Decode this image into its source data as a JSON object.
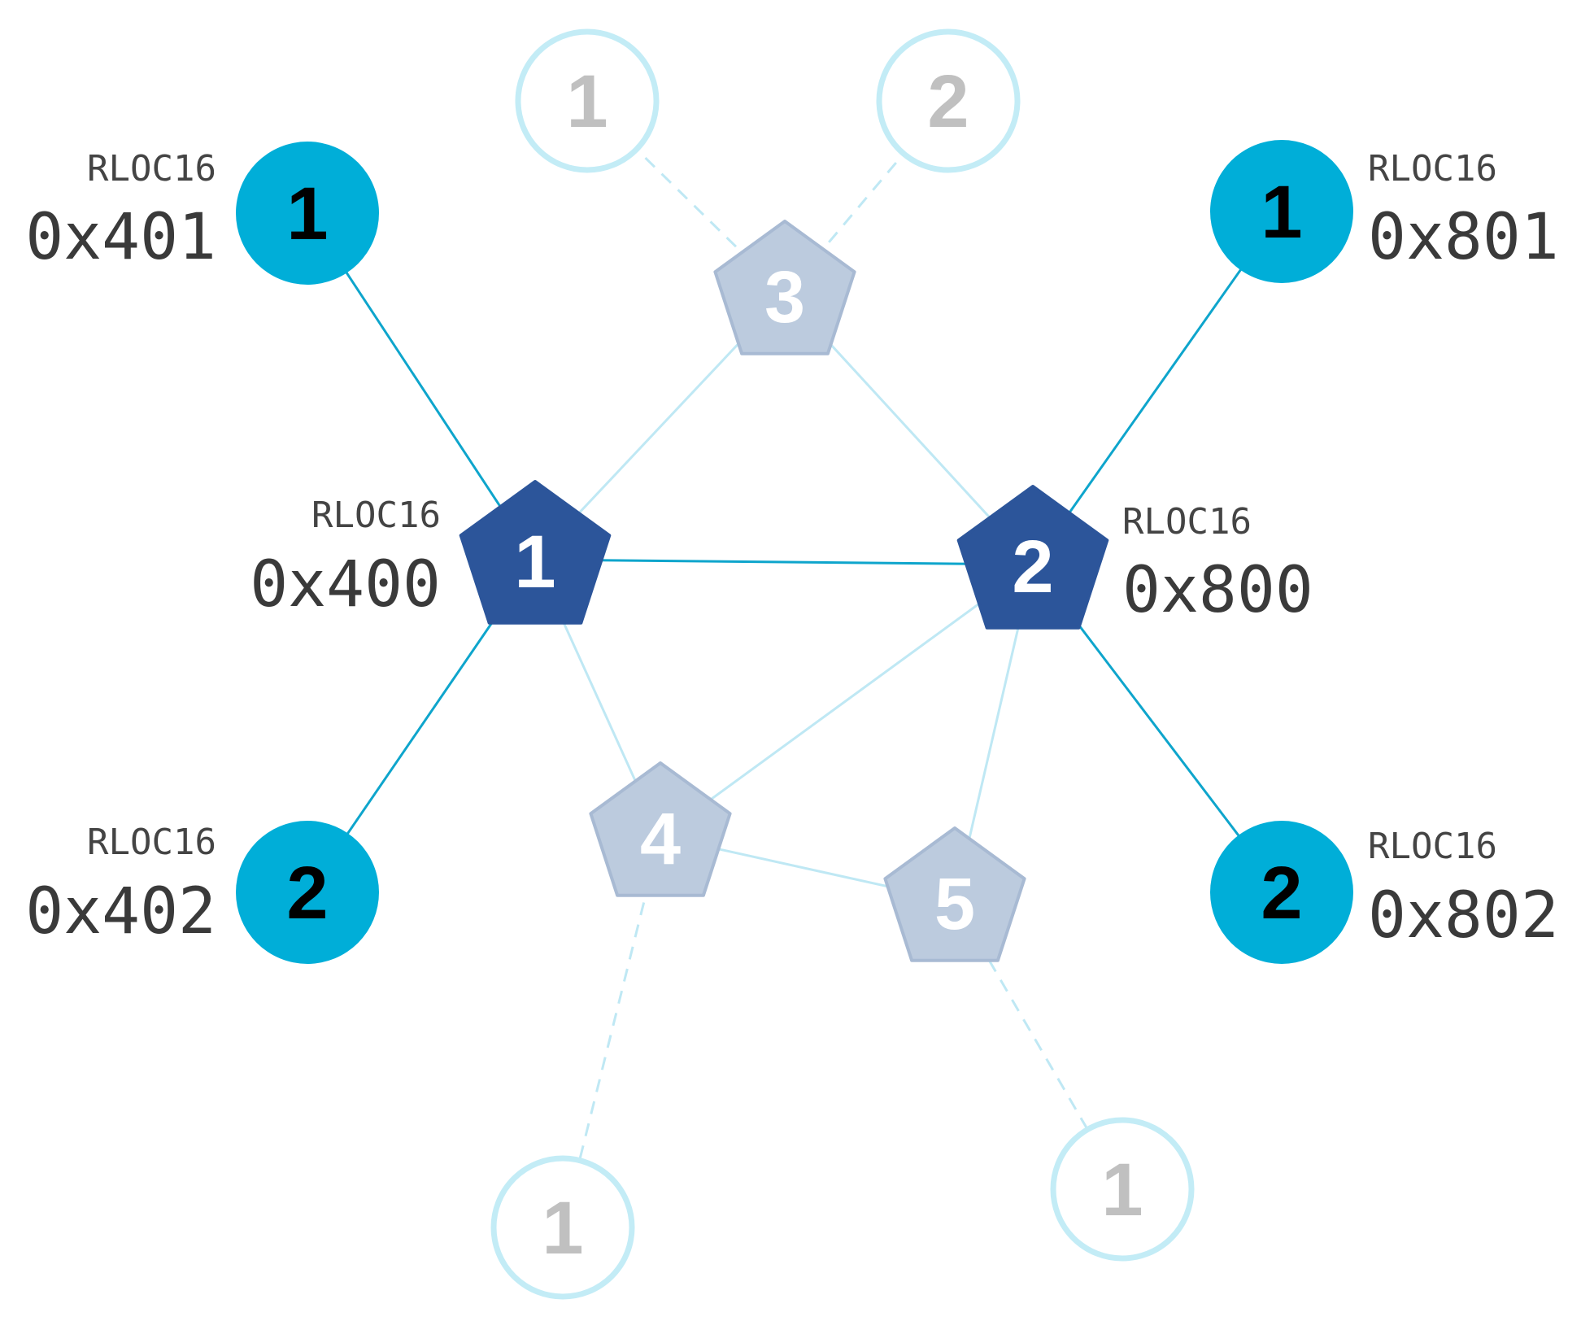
{
  "colors": {
    "active_link": "#0ea5cc",
    "faded_link": "#bfe8f4",
    "child_fill": "#00aed8",
    "child_text": "#000000",
    "leader_fill": "#2c559a",
    "leader_text": "#ffffff",
    "inactive_router_fill": "#bccbde",
    "inactive_router_stroke": "#a8bad3",
    "inactive_router_text": "#ffffff",
    "inactive_child_stroke": "#c3ecf6",
    "inactive_child_text": "#c0c0c0",
    "label_text": "#444444"
  },
  "routers": [
    {
      "id": "r1",
      "number": "1",
      "state": "active",
      "label_small": "RLOC16",
      "label_big": "0x400"
    },
    {
      "id": "r2",
      "number": "2",
      "state": "active",
      "label_small": "RLOC16",
      "label_big": "0x800"
    },
    {
      "id": "r3",
      "number": "3",
      "state": "inactive"
    },
    {
      "id": "r4",
      "number": "4",
      "state": "inactive"
    },
    {
      "id": "r5",
      "number": "5",
      "state": "inactive"
    }
  ],
  "children": [
    {
      "id": "c401",
      "number": "1",
      "state": "active",
      "label_small": "RLOC16",
      "label_big": "0x401"
    },
    {
      "id": "c402",
      "number": "2",
      "state": "active",
      "label_small": "RLOC16",
      "label_big": "0x402"
    },
    {
      "id": "c801",
      "number": "1",
      "state": "active",
      "label_small": "RLOC16",
      "label_big": "0x801"
    },
    {
      "id": "c802",
      "number": "2",
      "state": "active",
      "label_small": "RLOC16",
      "label_big": "0x802"
    },
    {
      "id": "c3a",
      "number": "1",
      "state": "inactive"
    },
    {
      "id": "c3b",
      "number": "2",
      "state": "inactive"
    },
    {
      "id": "c4a",
      "number": "1",
      "state": "inactive"
    },
    {
      "id": "c5a",
      "number": "1",
      "state": "inactive"
    }
  ],
  "links": [
    {
      "from": "r1",
      "to": "c401",
      "style": "active"
    },
    {
      "from": "r1",
      "to": "c402",
      "style": "active"
    },
    {
      "from": "r2",
      "to": "c801",
      "style": "active"
    },
    {
      "from": "r2",
      "to": "c802",
      "style": "active"
    },
    {
      "from": "r1",
      "to": "r2",
      "style": "active"
    },
    {
      "from": "r1",
      "to": "r3",
      "style": "faded"
    },
    {
      "from": "r2",
      "to": "r3",
      "style": "faded"
    },
    {
      "from": "r1",
      "to": "r4",
      "style": "faded"
    },
    {
      "from": "r2",
      "to": "r4",
      "style": "faded"
    },
    {
      "from": "r2",
      "to": "r5",
      "style": "faded"
    },
    {
      "from": "r4",
      "to": "r5",
      "style": "faded"
    },
    {
      "from": "r3",
      "to": "c3a",
      "style": "dashed"
    },
    {
      "from": "r3",
      "to": "c3b",
      "style": "dashed"
    },
    {
      "from": "r4",
      "to": "c4a",
      "style": "dashed"
    },
    {
      "from": "r5",
      "to": "c5a",
      "style": "dashed"
    }
  ]
}
